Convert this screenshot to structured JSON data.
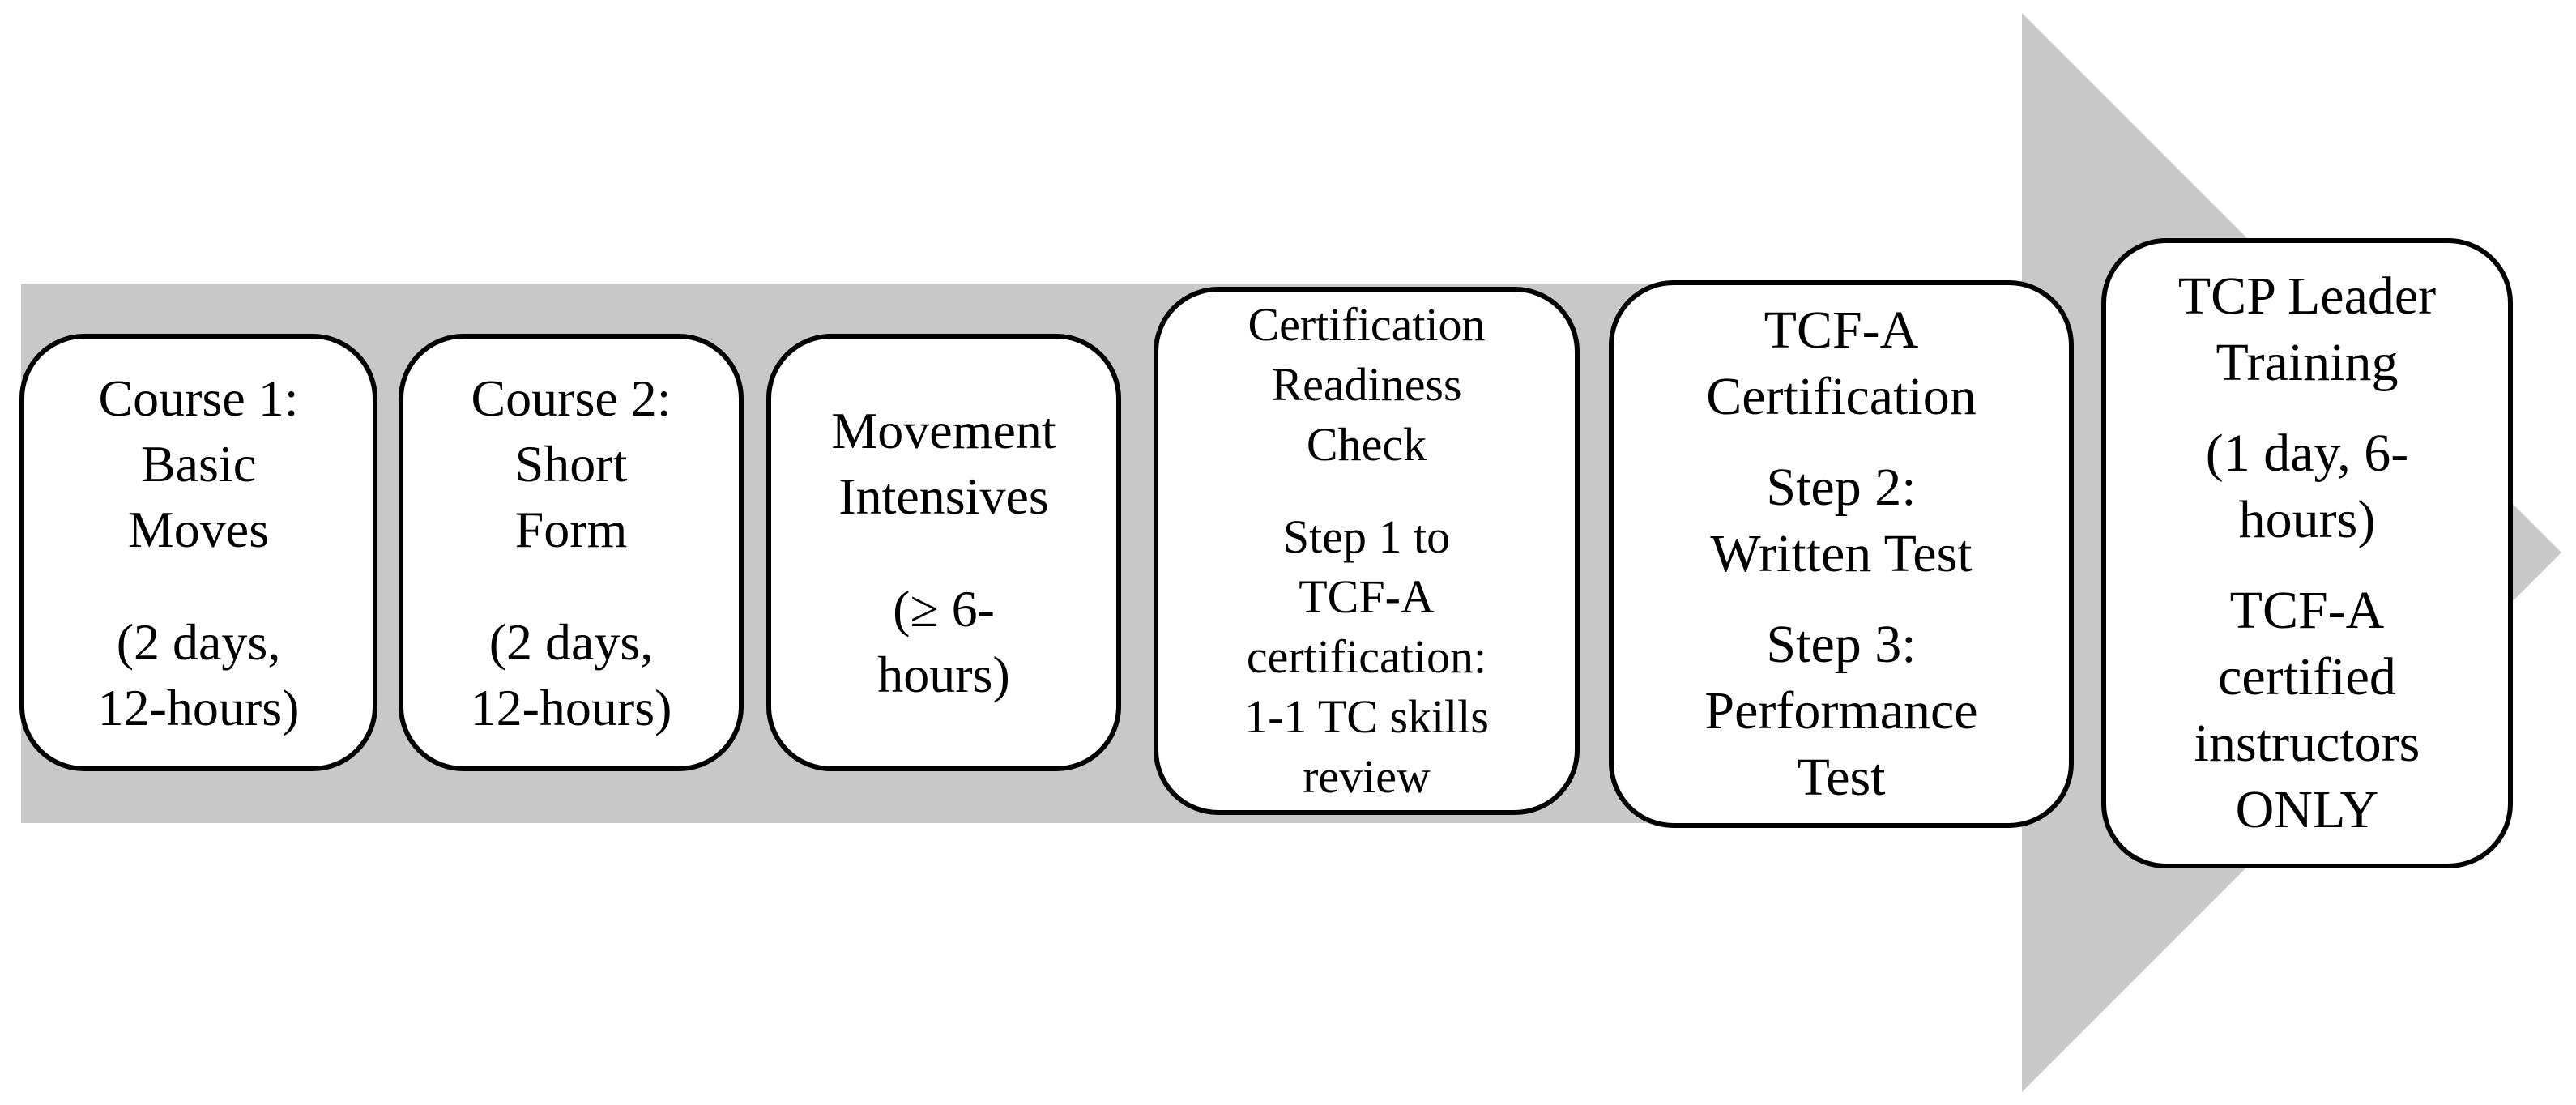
{
  "diagram": {
    "arrow_color": "#c8c8c8",
    "box_border_color": "#000000",
    "steps": [
      {
        "id": "course-1",
        "heading": "Course 1:\nBasic\nMoves",
        "detail": "(2 days,\n12-hours)"
      },
      {
        "id": "course-2",
        "heading": "Course 2:\nShort\nForm",
        "detail": "(2 days,\n12-hours)"
      },
      {
        "id": "movement-intensives",
        "heading": "Movement\nIntensives",
        "detail": "(≥ 6-\nhours)"
      },
      {
        "id": "certification-readiness-check",
        "heading": "Certification\nReadiness\nCheck",
        "detail": "Step 1 to\nTCF-A\ncertification:\n1-1 TC skills\nreview"
      },
      {
        "id": "tcf-a-certification",
        "heading": "TCF-A\nCertification",
        "detail": "Step 2:\nWritten Test",
        "detail_2": "Step 3:\nPerformance\nTest"
      },
      {
        "id": "tcp-leader-training",
        "heading": "TCP Leader\nTraining",
        "detail": "(1 day, 6-\nhours)",
        "detail_2": "TCF-A\ncertified\ninstructors\nONLY"
      }
    ]
  }
}
